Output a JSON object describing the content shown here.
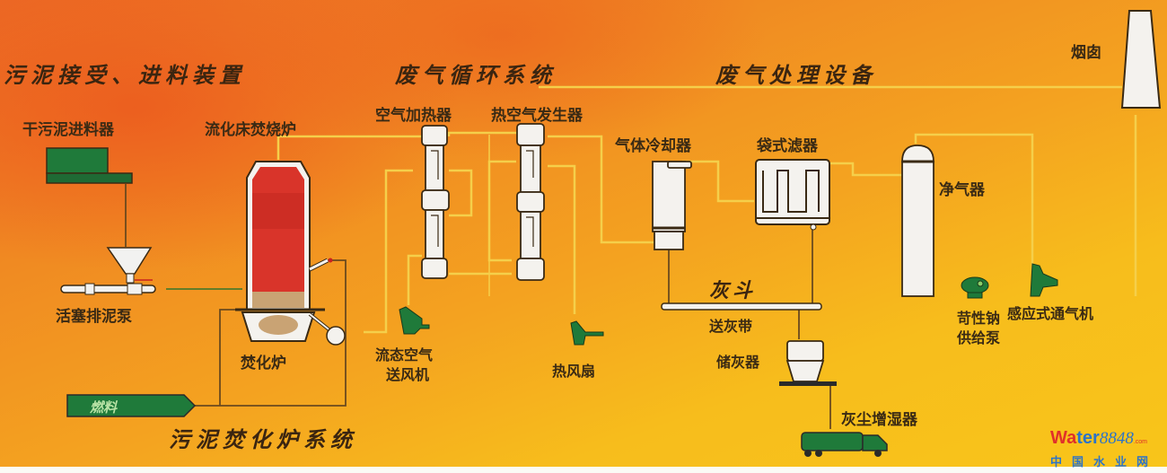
{
  "sections": {
    "feeding": "污泥接受、进料装置",
    "gas_circulation": "废气循环系统",
    "gas_treatment": "废气处理设备",
    "incinerator_system": "污泥焚化炉系统"
  },
  "equipment": {
    "dry_sludge_feeder": "干污泥进料器",
    "fluidized_bed_furnace": "流化床焚烧炉",
    "air_heater": "空气加热器",
    "hot_air_generator": "热空气发生器",
    "gas_cooler": "气体冷却器",
    "bag_filter": "袋式滤器",
    "chimney": "烟囱",
    "gas_purifier": "净气器",
    "piston_pump": "活塞排泥泵",
    "incinerator": "焚化炉",
    "fluid_air_blower_line1": "流态空气",
    "fluid_air_blower_line2": "送风机",
    "hot_air_fan": "热风扇",
    "ash_hopper": "灰斗",
    "ash_conveyor": "送灰带",
    "ash_storage": "储灰器",
    "dust_humidifier": "灰尘增湿器",
    "caustic_pump_line1": "苛性钠",
    "caustic_pump_line2": "供给泵",
    "induced_draft_fan": "感应式通气机",
    "fuel": "燃料"
  },
  "watermark": {
    "brand_w": "W",
    "brand_a": "a",
    "brand_ter": "ter",
    "brand_num": "8848",
    "brand_com": ".com",
    "brand_cn": "中国水业网"
  },
  "colors": {
    "equipment_green": "#1f7a3a",
    "furnace_red": "#d9342a",
    "pipe_yellow": "#f7d24a",
    "pipe_dark": "#6b4a1e"
  }
}
